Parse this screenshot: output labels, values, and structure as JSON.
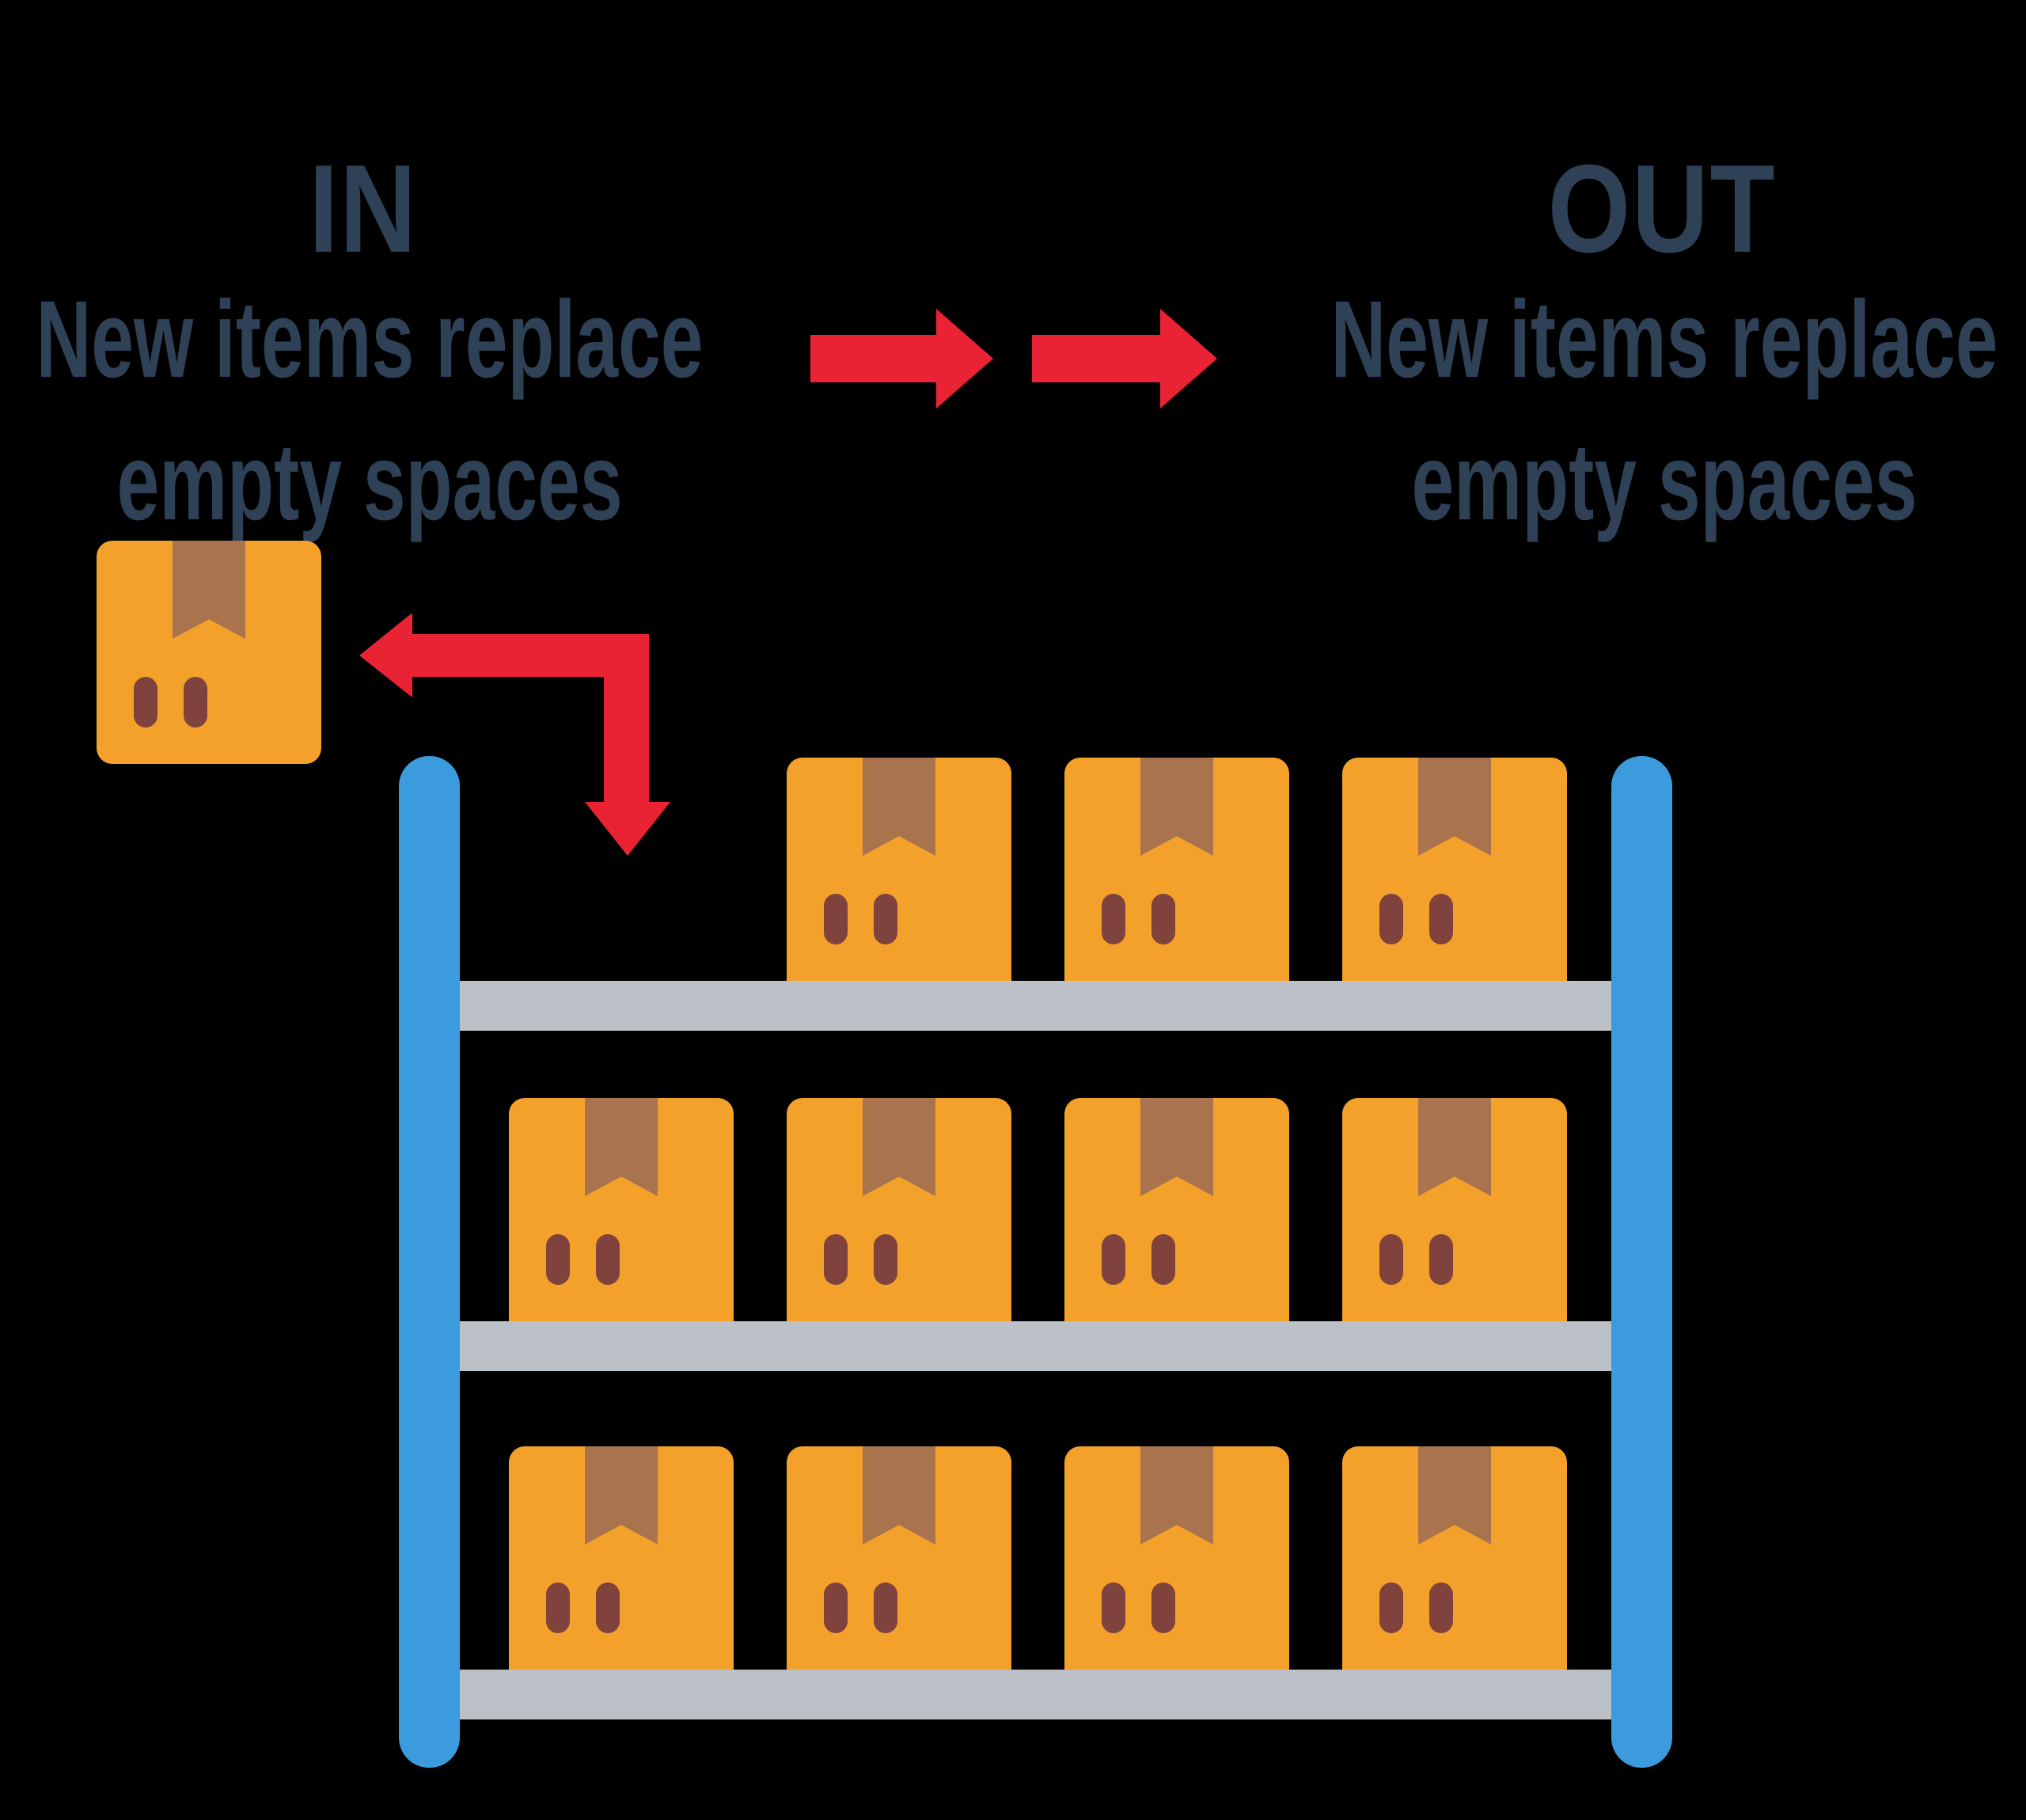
{
  "in_section": {
    "heading": "IN",
    "subtitle_line1": "New items replace",
    "subtitle_line2": "empty spaces"
  },
  "out_section": {
    "heading": "OUT",
    "subtitle_line1": "New items replace",
    "subtitle_line2": "empty spaces"
  },
  "icons": {
    "flow_arrows": "arrow-right",
    "restock_arrow": "arrow-elbow-left-then-down"
  },
  "colors": {
    "background": "#000000",
    "text": "#2F4156",
    "red": "#E92334",
    "box_orange": "#F4A12B",
    "tape_brown": "#A9734E",
    "dash_brown": "#7F423D",
    "post_blue": "#3C9BDC",
    "shelf_gray": "#BBC1C6"
  },
  "shelf": {
    "rows": [
      {
        "row": "top",
        "box_count": 3,
        "empty_slots_left": 1
      },
      {
        "row": "middle",
        "box_count": 4,
        "empty_slots_left": 0
      },
      {
        "row": "bottom",
        "box_count": 4,
        "empty_slots_left": 0
      }
    ],
    "incoming_box_count": 1
  }
}
